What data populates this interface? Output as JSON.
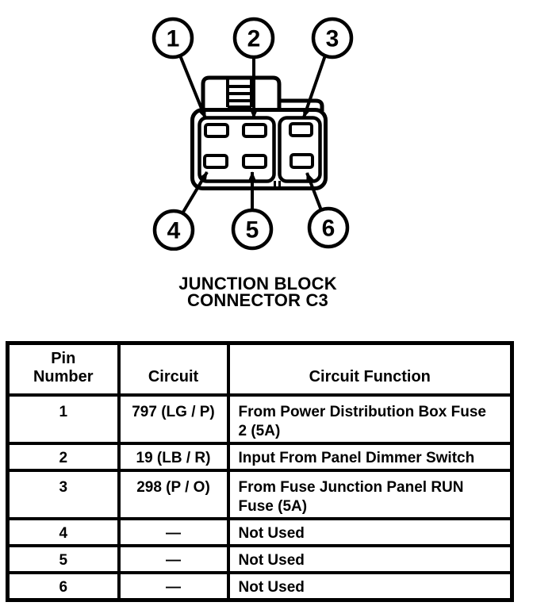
{
  "page": {
    "background": "#ffffff",
    "ink": "#000000"
  },
  "diagram": {
    "caption": "JUNCTION BLOCK\nCONNECTOR C3",
    "callouts": [
      "1",
      "2",
      "3",
      "4",
      "5",
      "6"
    ]
  },
  "table": {
    "headers": [
      "Pin\nNumber",
      "Circuit",
      "Circuit Function"
    ],
    "rows": [
      {
        "pin": "1",
        "circuit": "797 (LG / P)",
        "function": "From Power Distribution Box Fuse\n2 (5A)"
      },
      {
        "pin": "2",
        "circuit": "19 (LB / R)",
        "function": "Input From Panel Dimmer Switch"
      },
      {
        "pin": "3",
        "circuit": "298 (P / O)",
        "function": "From Fuse Junction Panel RUN\nFuse (5A)"
      },
      {
        "pin": "4",
        "circuit": "—",
        "function": "Not Used"
      },
      {
        "pin": "5",
        "circuit": "—",
        "function": "Not Used"
      },
      {
        "pin": "6",
        "circuit": "—",
        "function": "Not Used"
      }
    ]
  }
}
